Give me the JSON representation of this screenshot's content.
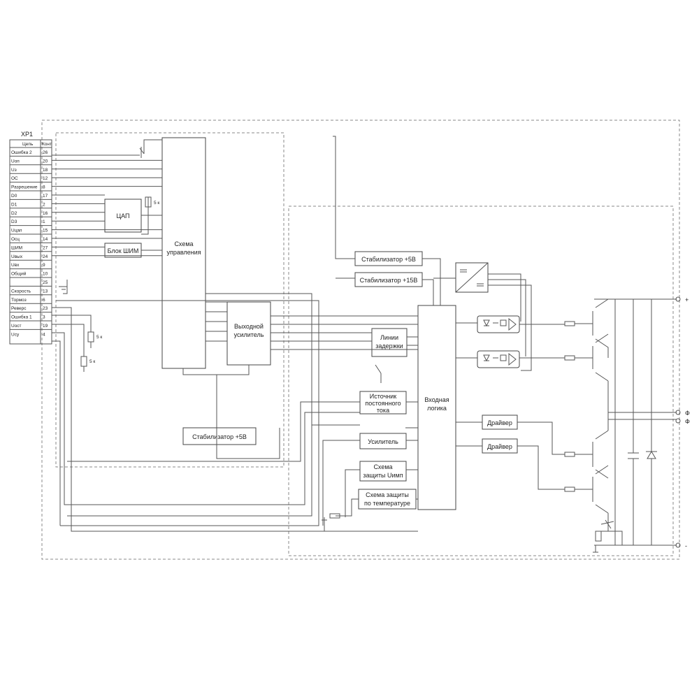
{
  "connector": {
    "title": "XP1",
    "head_signal": "Цепь",
    "head_pin": "Конт",
    "rows": [
      {
        "signal": "Ошибка 2",
        "pin": "26"
      },
      {
        "signal": "Uоп",
        "pin": "20"
      },
      {
        "signal": "Uз",
        "pin": "18"
      },
      {
        "signal": "ОС",
        "pin": "12"
      },
      {
        "signal": "Разрешение",
        "pin": "8"
      },
      {
        "signal": "D0",
        "pin": "17"
      },
      {
        "signal": "D1",
        "pin": "2"
      },
      {
        "signal": "D2",
        "pin": "16"
      },
      {
        "signal": "D3",
        "pin": "1"
      },
      {
        "signal": "Uцап",
        "pin": "15"
      },
      {
        "signal": "Осц",
        "pin": "14"
      },
      {
        "signal": "ШИМ",
        "pin": "27"
      },
      {
        "signal": "Uвых",
        "pin": "24"
      },
      {
        "signal": "Uвх",
        "pin": "9"
      },
      {
        "signal": "Общий",
        "pin": "10"
      },
      {
        "signal": "",
        "pin": "25"
      },
      {
        "signal": "Скорость",
        "pin": "13"
      },
      {
        "signal": "Тормоз",
        "pin": "6"
      },
      {
        "signal": "Реверс",
        "pin": "23"
      },
      {
        "signal": "Ошибка 1",
        "pin": "3"
      },
      {
        "signal": "Uост",
        "pin": "19"
      },
      {
        "signal": "Uсу",
        "pin": "4"
      }
    ]
  },
  "blocks": {
    "dac": "ЦАП",
    "pwm": "Блок ШИМ",
    "control_1": "Схема",
    "control_2": "управления",
    "out_amp_1": "Выходной",
    "out_amp_2": "усилитель",
    "stab5_left": "Стабилизатор +5В",
    "stab5": "Стабилизатор +5В",
    "stab15": "Стабилизатор +15В",
    "delay_1": "Линии",
    "delay_2": "задержки",
    "dc_src_1": "Источник",
    "dc_src_2": "постоянного",
    "dc_src_3": "тока",
    "logic_1": "Входная",
    "logic_2": "логика",
    "amp": "Усилитель",
    "prot_u_1": "Схема",
    "prot_u_2": "защиты Uимп",
    "prot_t_1": "Схема защиты",
    "prot_t_2": "по температуре",
    "driver_1": "Драйвер",
    "driver_2": "Драйвер"
  },
  "resistors": {
    "r1": "5 к",
    "r2": "5 к",
    "r3": "5 к"
  },
  "terminals": {
    "plus": "+",
    "phase_1": "Ф",
    "phase_2": "Ф",
    "minus": "-"
  }
}
